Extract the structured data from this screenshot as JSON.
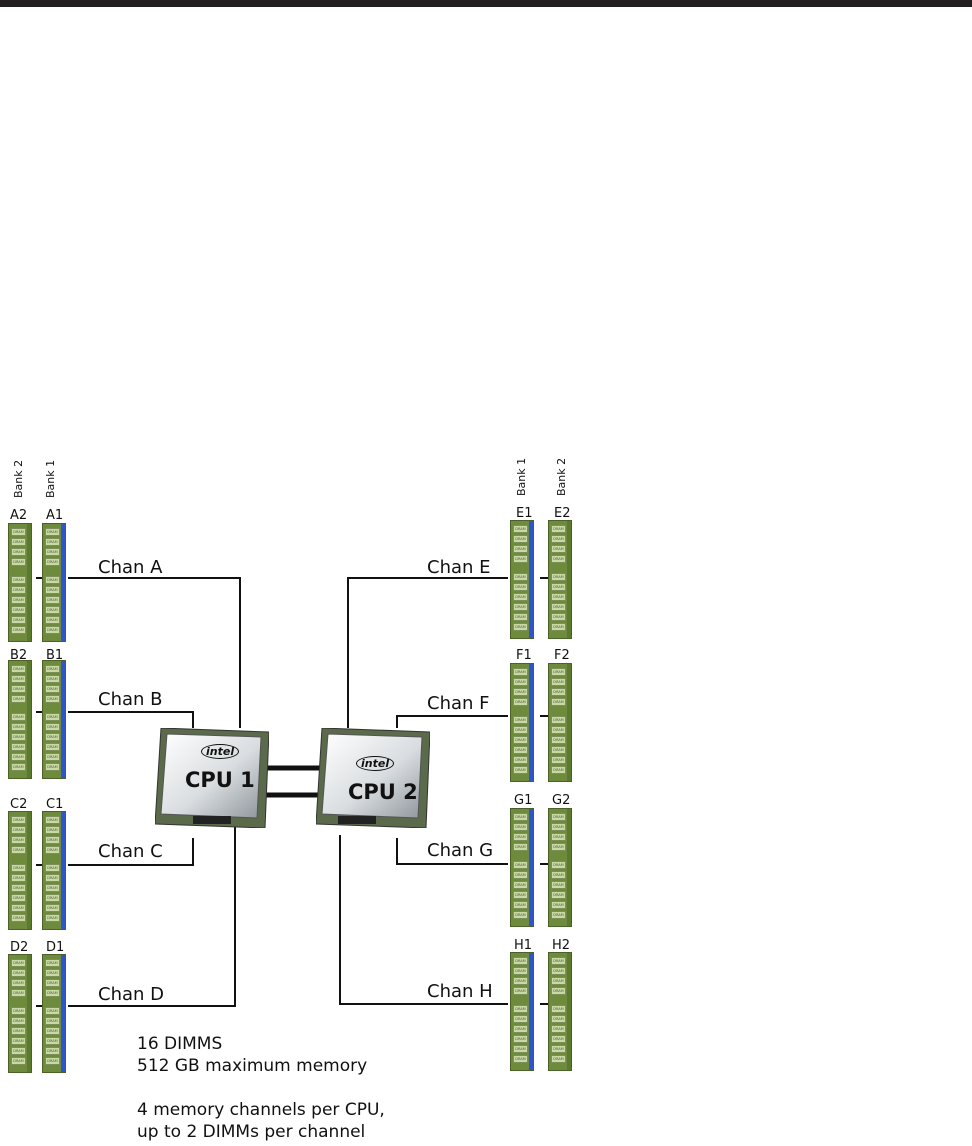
{
  "banks": {
    "bank1": "Bank 1",
    "bank2": "Bank 2"
  },
  "slots": {
    "left": [
      [
        "A2",
        "A1"
      ],
      [
        "B2",
        "B1"
      ],
      [
        "C2",
        "C1"
      ],
      [
        "D2",
        "D1"
      ]
    ],
    "right": [
      [
        "E1",
        "E2"
      ],
      [
        "F1",
        "F2"
      ],
      [
        "G1",
        "G2"
      ],
      [
        "H1",
        "H2"
      ]
    ]
  },
  "dram_label": "DRAM",
  "channels": [
    "Chan A",
    "Chan B",
    "Chan C",
    "Chan D",
    "Chan E",
    "Chan F",
    "Chan G",
    "Chan H"
  ],
  "cpus": [
    {
      "brand": "intel",
      "label": "CPU 1"
    },
    {
      "brand": "intel",
      "label": "CPU 2"
    }
  ],
  "notes": {
    "line1": "16 DIMMS",
    "line2": "512 GB maximum memory",
    "line3": "4 memory channels per CPU,",
    "line4": "up to 2 DIMMs per channel"
  }
}
